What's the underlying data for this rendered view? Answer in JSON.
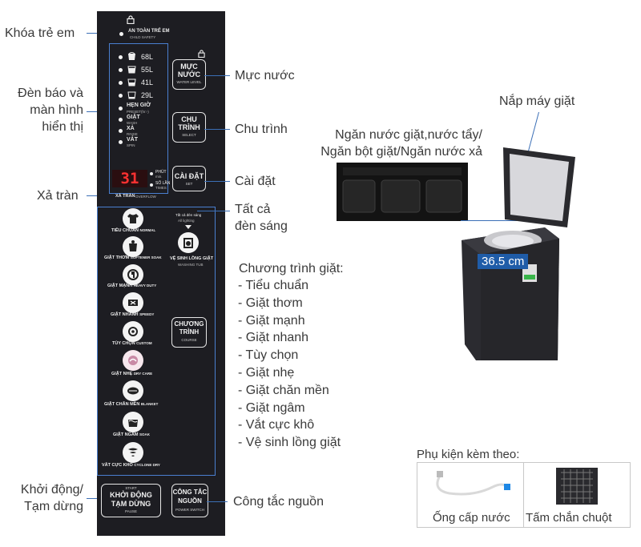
{
  "callouts": {
    "child_lock": "Khóa trẻ em",
    "indicators_line1": "Đèn báo và",
    "indicators_line2": "màn hình",
    "indicators_line3": "hiển thị",
    "overflow": "Xả tràn",
    "start_line1": "Khởi động/",
    "start_line2": "Tạm dừng",
    "water_level": "Mực nước",
    "cycle": "Chu trình",
    "settings": "Cài đặt",
    "all_lights_line1": "Tất cả",
    "all_lights_line2": "đèn sáng",
    "power": "Công tắc nguồn",
    "lid": "Nắp máy giặt",
    "drawer_line1": "Ngăn nước giặt,nước tẩy/",
    "drawer_line2": "Ngăn bột giặt/Ngăn nước xả",
    "depth": "36.5 cm"
  },
  "programs_list": {
    "title": "Chương trình giặt:",
    "items": [
      "- Tiểu chuẩn",
      "- Giặt thơm",
      "- Giặt mạnh",
      "- Giặt nhanh",
      "- Tùy chọn",
      "- Giặt nhẹ",
      "- Giặt chăn mền",
      "- Giặt ngâm",
      "- Vắt cực khô",
      "- Vệ sinh lồng giặt"
    ]
  },
  "accessories": {
    "title": "Phụ kiện kèm theo:",
    "hose": "Ống cấp nước",
    "mat": "Tấm chắn chuột"
  },
  "panel": {
    "child_safety": "AN TOÀN TRẺ EM",
    "child_safety_en": "CHILD SAFETY",
    "water_levels": [
      "68L",
      "55L",
      "41L",
      "29L"
    ],
    "status": [
      {
        "vn": "HẸN GIỜ",
        "en": "PRESET(hr:-)"
      },
      {
        "vn": "GIẶT",
        "en": "WASH"
      },
      {
        "vn": "XẢ",
        "en": "RINSE"
      },
      {
        "vn": "VẮT",
        "en": "SPIN"
      }
    ],
    "display": "31",
    "display_unit1": "PHÚT",
    "display_unit1_en": "min.",
    "display_unit2": "SỐ LẦN",
    "display_unit2_en": "TIMES",
    "overflow": "XẢ TRÀN",
    "overflow_en": "OVERFLOW",
    "all_lighting": "Tất cả đèn sáng",
    "all_lighting_en": "All lighting",
    "btn_water_line1": "MỰC",
    "btn_water_line2": "NƯỚC",
    "btn_water_en": "WATER LEVEL",
    "btn_cycle_line1": "CHU",
    "btn_cycle_line2": "TRÌNH",
    "btn_cycle_en": "SELECT",
    "btn_set": "CÀI ĐẶT",
    "btn_set_en": "SET",
    "programs": [
      {
        "vn": "TIÊU CHUẨN",
        "en": "NORMAL"
      },
      {
        "vn": "GIẶT THƠM",
        "en": "SOFTENER SOAK"
      },
      {
        "vn": "GIẶT MẠNH",
        "en": "HEAVY DUTY"
      },
      {
        "vn": "GIẶT NHANH",
        "en": "SPEEDY"
      },
      {
        "vn": "TÙY CHỌN",
        "en": "CUSTOM"
      },
      {
        "vn": "GIẶT NHẸ",
        "en": "DRY CARE"
      },
      {
        "vn": "GIẶT CHĂN MỀN",
        "en": "BLANKET"
      },
      {
        "vn": "GIẶT NGÂM",
        "en": "SOAK"
      },
      {
        "vn": "VẮT CỰC KHÔ",
        "en": "CYCLONE DRY"
      }
    ],
    "tub_clean": "VỆ SINH LỒNG GIẶT",
    "tub_clean_en": "WASHING TUB",
    "btn_course_line1": "CHƯƠNG",
    "btn_course_line2": "TRÌNH",
    "btn_course_en": "COURSE",
    "btn_start_en_top": "START",
    "btn_start_line1": "KHỞI ĐỘNG",
    "btn_start_line2": "TẠM DỪNG",
    "btn_start_en": "PAUSE",
    "btn_power_line1": "CÔNG TẮC",
    "btn_power_line2": "NGUỒN",
    "btn_power_en": "POWER SWITCH"
  }
}
